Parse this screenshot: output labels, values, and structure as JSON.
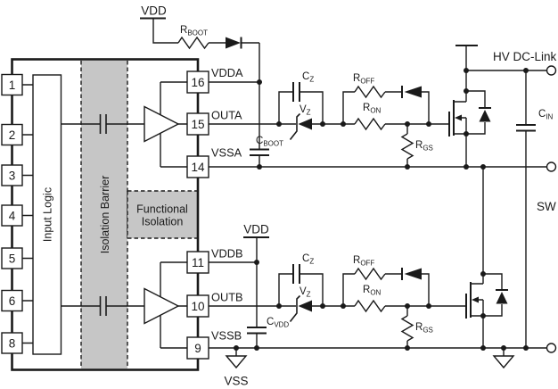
{
  "schematic": {
    "supplies": {
      "vdd_a": "VDD",
      "vdd_b": "VDD",
      "vss": "VSS"
    },
    "ic": {
      "input_logic": "Input Logic",
      "isolation_barrier": "Isolation Barrier",
      "functional_isolation_1": "Functional",
      "functional_isolation_2": "Isolation",
      "left_pins": [
        "1",
        "2",
        "3",
        "4",
        "5",
        "6",
        "8"
      ],
      "right_pins": [
        {
          "num": "16",
          "name": "VDDA"
        },
        {
          "num": "15",
          "name": "OUTA"
        },
        {
          "num": "14",
          "name": "VSSA"
        },
        {
          "num": "11",
          "name": "VDDB"
        },
        {
          "num": "10",
          "name": "OUTB"
        },
        {
          "num": "9",
          "name": "VSSB"
        }
      ]
    },
    "components": {
      "rboot": {
        "ref": "R",
        "sub": "BOOT"
      },
      "cboot": {
        "ref": "C",
        "sub": "BOOT"
      },
      "cvdd": {
        "ref": "C",
        "sub": "VDD"
      },
      "cin": {
        "ref": "C",
        "sub": "IN"
      },
      "cz_a": {
        "ref": "C",
        "sub": "Z"
      },
      "cz_b": {
        "ref": "C",
        "sub": "Z"
      },
      "vz_a": {
        "ref": "V",
        "sub": "Z"
      },
      "vz_b": {
        "ref": "V",
        "sub": "Z"
      },
      "roff_a": {
        "ref": "R",
        "sub": "OFF"
      },
      "roff_b": {
        "ref": "R",
        "sub": "OFF"
      },
      "ron_a": {
        "ref": "R",
        "sub": "ON"
      },
      "ron_b": {
        "ref": "R",
        "sub": "ON"
      },
      "rgs_a": {
        "ref": "R",
        "sub": "GS"
      },
      "rgs_b": {
        "ref": "R",
        "sub": "GS"
      }
    },
    "terminals": {
      "hv_dc_link": "HV DC-Link",
      "sw": "SW"
    },
    "colors": {
      "barrier_gray": "#c6c6c6",
      "line": "#1a1a1a"
    }
  }
}
